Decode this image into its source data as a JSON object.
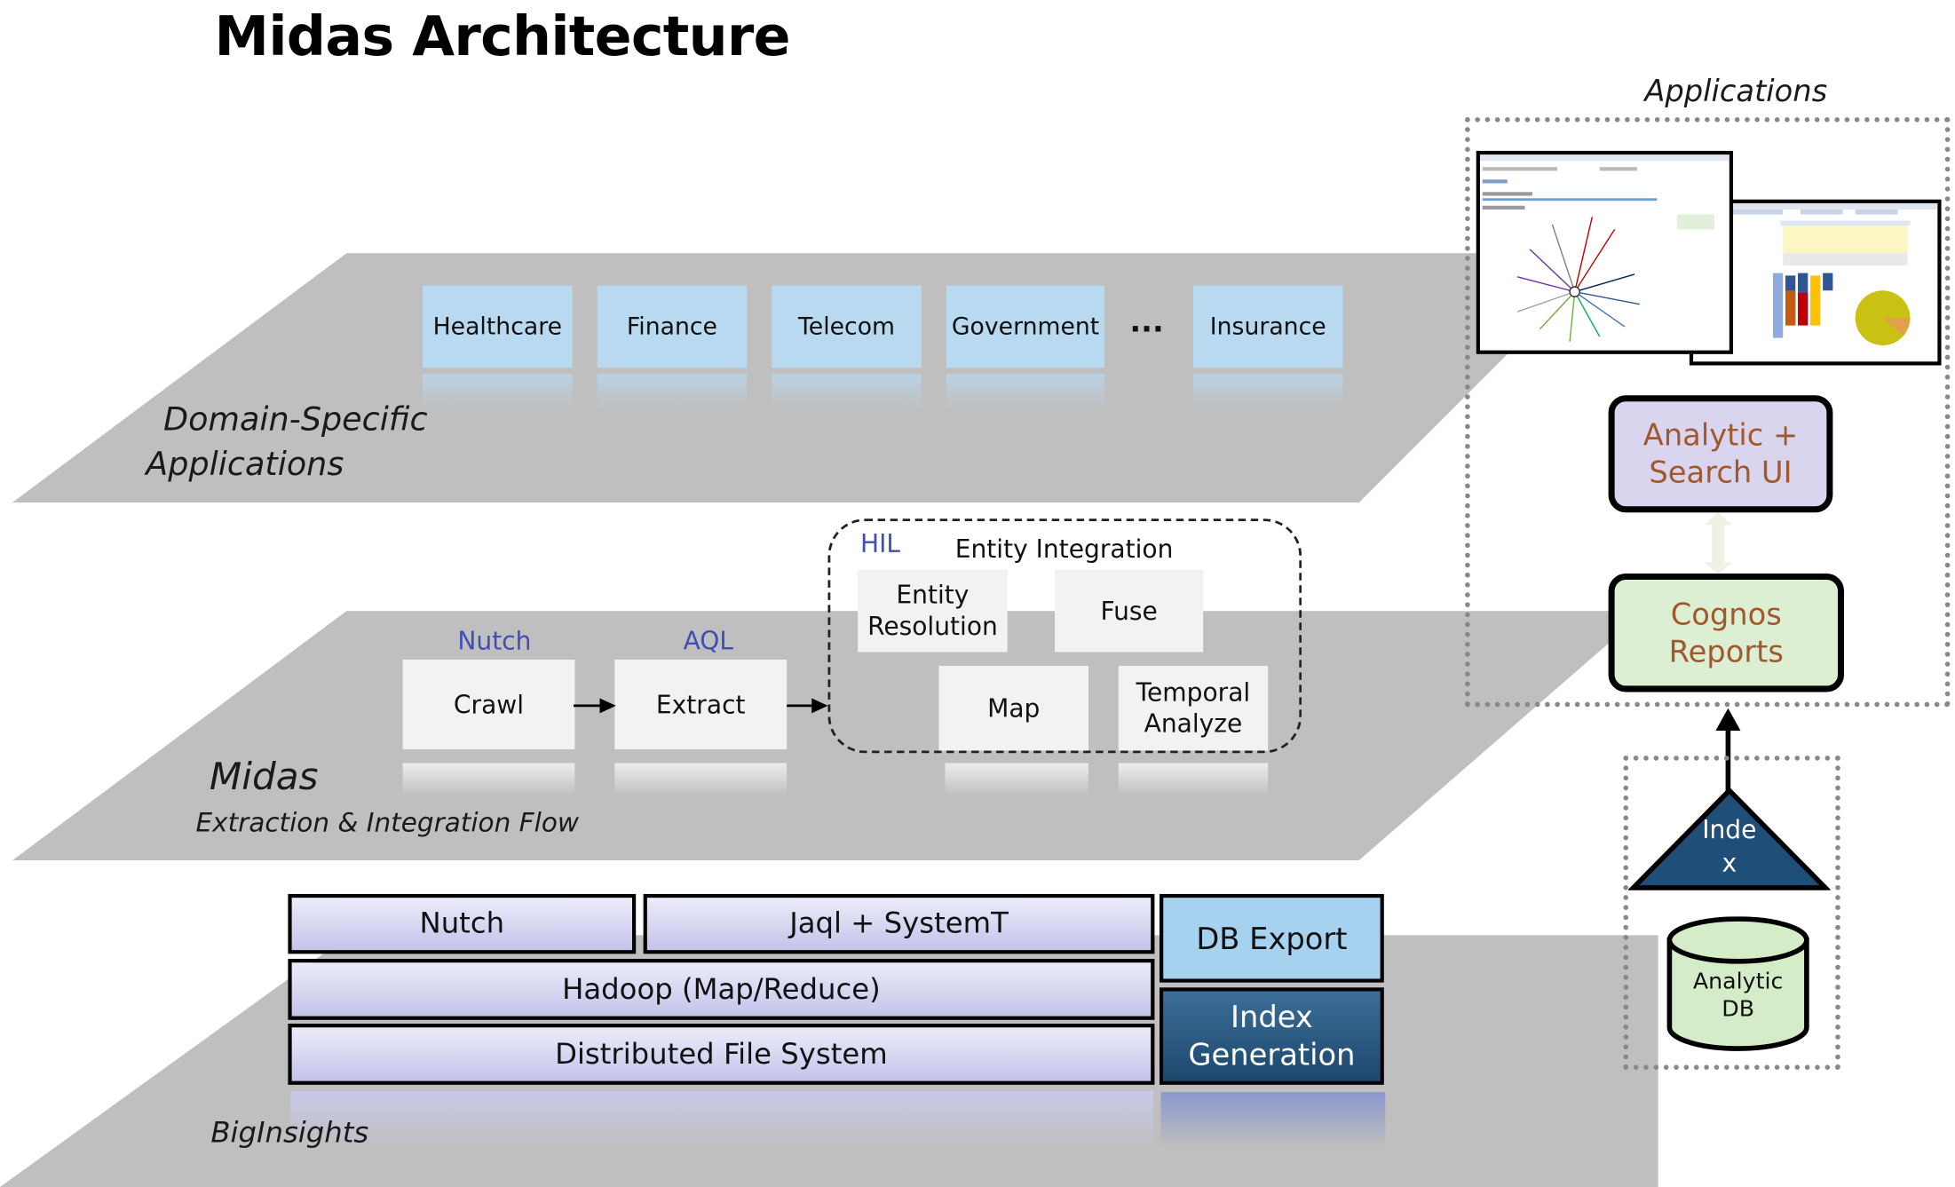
{
  "title": "Midas Architecture",
  "applications": {
    "label": "Applications",
    "analytic_ui": "Analytic + Search UI",
    "cognos": "Cognos Reports",
    "index": "Inde x",
    "analytic_db": "Analytic DB"
  },
  "domain_layer": {
    "label_line1": "Domain-Specific",
    "label_line2": "Applications",
    "domains": [
      "Healthcare",
      "Finance",
      "Telecom",
      "Government",
      "...",
      "Insurance"
    ]
  },
  "midas_layer": {
    "label": "Midas",
    "sublabel": "Extraction & Integration Flow",
    "nutch_tag": "Nutch",
    "aql_tag": "AQL",
    "crawl": "Crawl",
    "extract": "Extract",
    "hil_tag": "HIL",
    "entity_integration": "Entity Integration",
    "entity_resolution": "Entity Resolution",
    "fuse": "Fuse",
    "map": "Map",
    "temporal_analyze": "Temporal Analyze"
  },
  "biginsights_layer": {
    "label": "BigInsights",
    "nutch": "Nutch",
    "jaql": "Jaql + SystemT",
    "hadoop": "Hadoop (Map/Reduce)",
    "dfs": "Distributed File System",
    "db_export": "DB Export",
    "index_generation": "Index Generation"
  },
  "colors": {
    "plane": "#bfbfbf",
    "domain_box": "#b8d9f0",
    "flow_box": "#f2f2f2",
    "tag_blue": "#3f4fb5",
    "stack_fill": "#c3c4ea",
    "db_export": "#a6d2f0",
    "index_generation": "#1c476d",
    "analytic_ui_fill": "#d9d5ee",
    "cognos_fill": "#dcefd3",
    "app_text": "#a0582e",
    "index_triangle": "#1f4e79",
    "analytic_db_fill": "#d5ecc8"
  }
}
